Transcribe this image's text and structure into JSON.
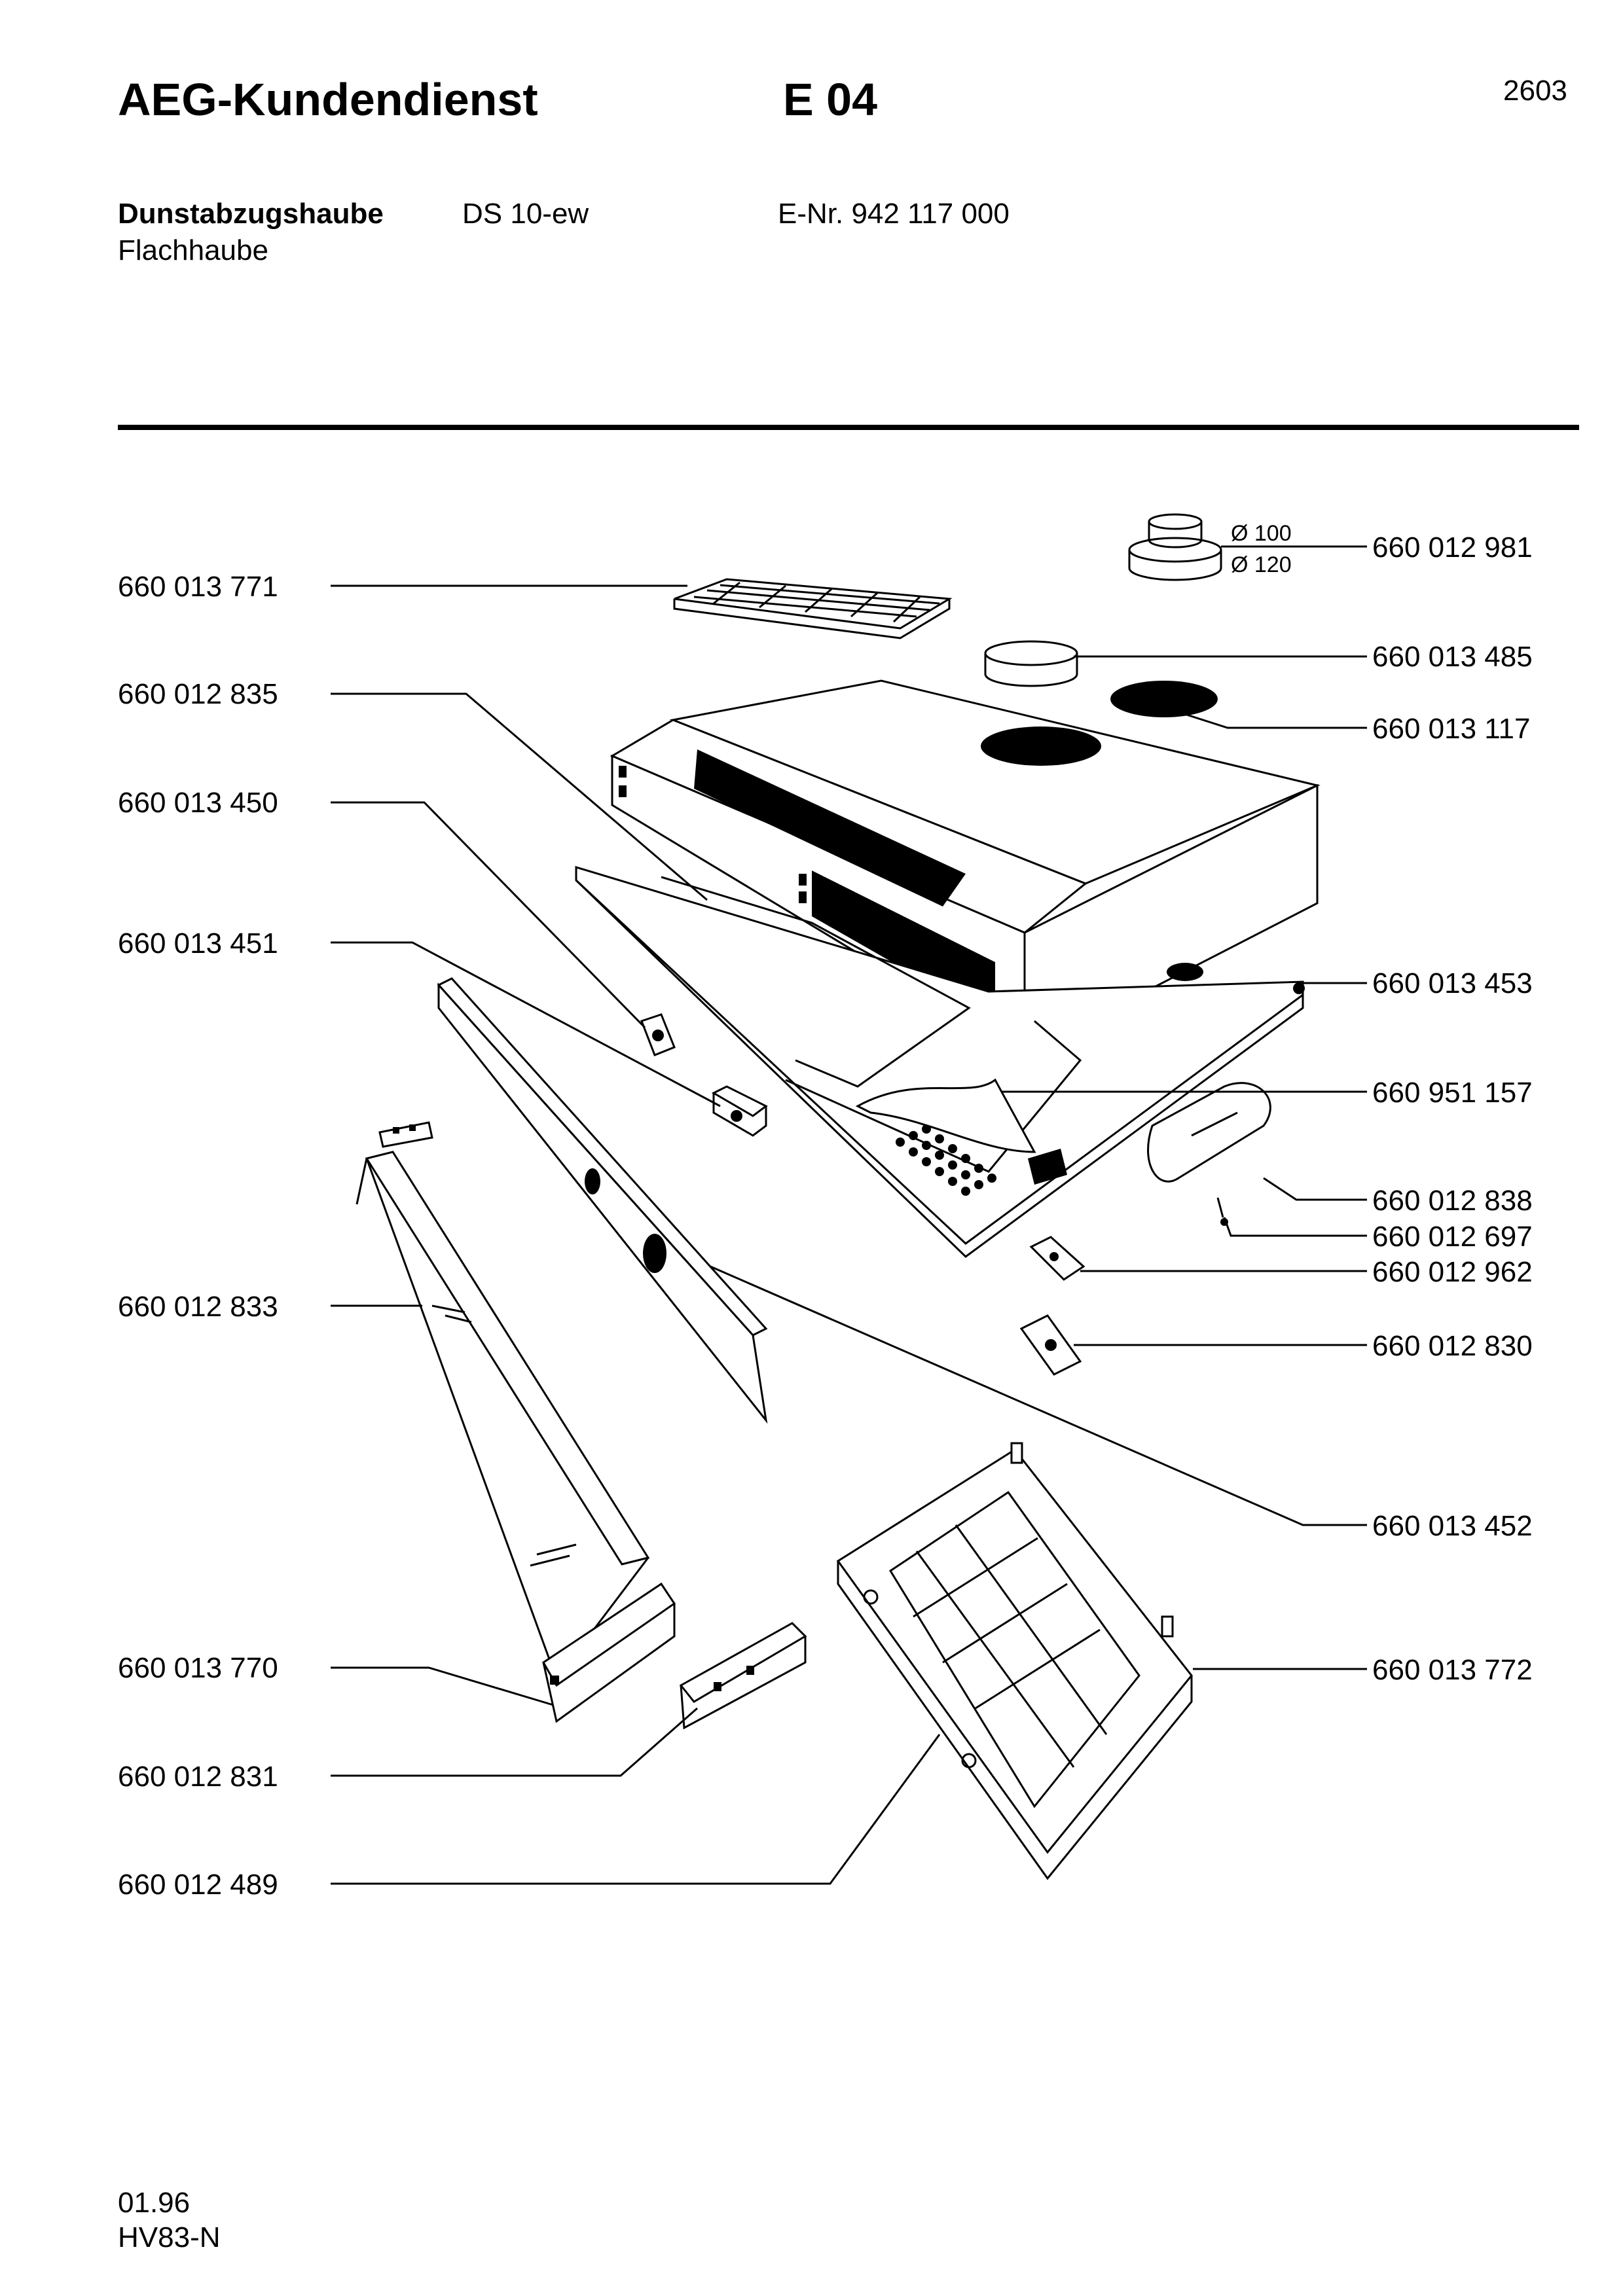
{
  "header": {
    "brand": "AEG-Kundendienst",
    "code": "E 04",
    "page_number": "2603"
  },
  "product": {
    "name": "Dunstabzugshaube",
    "model": "DS 10-ew",
    "enr": "E-Nr. 942 117 000",
    "subtype": "Flachhaube"
  },
  "diagram": {
    "parts_left": [
      {
        "id": "660 013 771"
      },
      {
        "id": "660 012 835"
      },
      {
        "id": "660 013 450"
      },
      {
        "id": "660 013 451"
      },
      {
        "id": "660 012 833"
      },
      {
        "id": "660 013 770"
      },
      {
        "id": "660 012 831"
      },
      {
        "id": "660 012 489"
      }
    ],
    "parts_right": [
      {
        "id": "660 012 981"
      },
      {
        "id": "660 013 485"
      },
      {
        "id": "660 013 117"
      },
      {
        "id": "660 013 453"
      },
      {
        "id": "660 951 157"
      },
      {
        "id": "660 012 838"
      },
      {
        "id": "660 012 697"
      },
      {
        "id": "660 012 962"
      },
      {
        "id": "660 012 830"
      },
      {
        "id": "660 013 452"
      },
      {
        "id": "660 013 772"
      }
    ],
    "diameter_small": "Ø 100",
    "diameter_large": "Ø 120"
  },
  "footer": {
    "date": "01.96",
    "doc_code": "HV83-N"
  }
}
